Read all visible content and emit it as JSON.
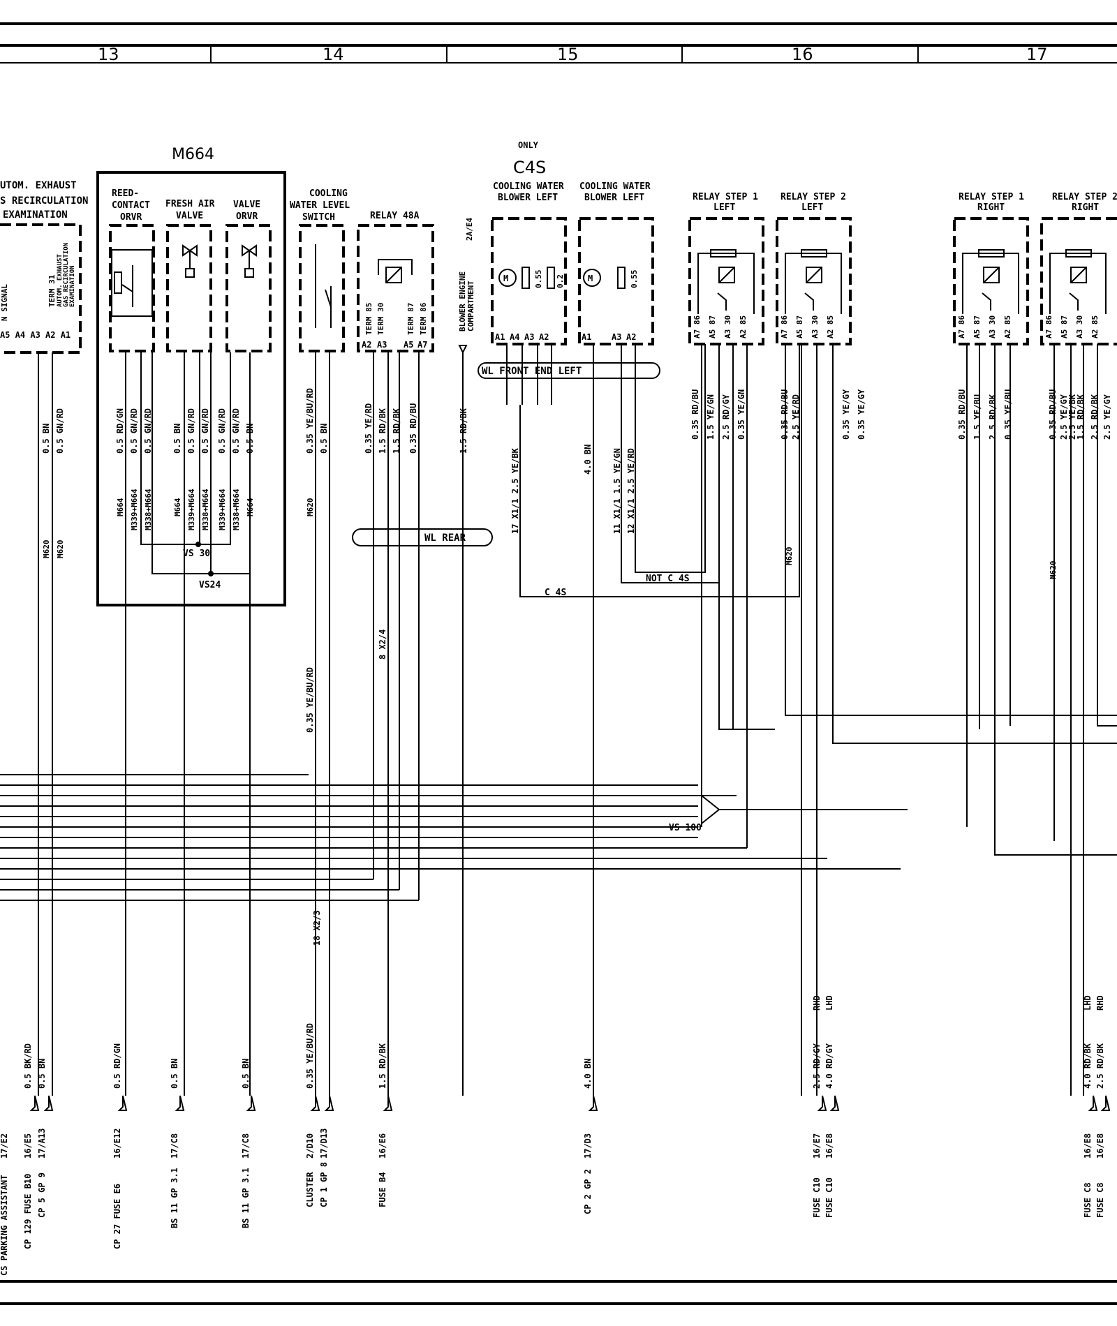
{
  "frame": {
    "columns": [
      "13",
      "14",
      "15",
      "16",
      "17"
    ]
  },
  "components": {
    "autom_exhaust": {
      "label": [
        "UTOM. EXHAUST",
        "S RECIRCULATION",
        "EXAMINATION"
      ],
      "term": [
        "TERM 31",
        "AUTOM. EXHAUST",
        "GAS RECIRCULATION",
        "EXAMINATION"
      ],
      "pins": "A5 A4 A3 A2 A1",
      "side": "N SIGNAL"
    },
    "m664": {
      "label": "M664",
      "reed": [
        "REED-",
        "CONTACT",
        "ORVR"
      ],
      "fresh": [
        "FRESH AIR",
        "VALVE"
      ],
      "valve": [
        "VALVE",
        "ORVR"
      ],
      "vs30": "VS 30",
      "vs24": "VS24"
    },
    "cooling_switch": {
      "label": [
        "COOLING",
        "WATER LEVEL",
        "SWITCH"
      ]
    },
    "relay48a": {
      "label": "RELAY 48A",
      "terms": [
        "TERM 85",
        "TERM 30",
        "TERM 87",
        "TERM 86"
      ],
      "pins": [
        "A2",
        "A3",
        "A5",
        "A7"
      ]
    },
    "blower_compartment": {
      "label": [
        "BLOWER ENGINE",
        "COMPARTMENT"
      ],
      "ref": "2A/E4"
    },
    "only_c4s": {
      "only": "ONLY",
      "c4s": "C4S"
    },
    "blower_left_1": {
      "label": [
        "COOLING WATER",
        "BLOWER LEFT"
      ],
      "pins": [
        "A1",
        "A4",
        "A3",
        "A2"
      ],
      "r1": "0.55",
      "r2": "0.2"
    },
    "blower_left_2": {
      "label": [
        "COOLING WATER",
        "BLOWER LEFT"
      ],
      "pins": [
        "A1",
        "A3",
        "A2"
      ],
      "r1": "0.55"
    },
    "relay_step1_left": {
      "label": [
        "RELAY STEP 1",
        "LEFT"
      ],
      "pins": [
        "A7 86",
        "A5 87",
        "A3 30",
        "A2 85"
      ]
    },
    "relay_step2_left": {
      "label": [
        "RELAY STEP 2",
        "LEFT"
      ],
      "pins": [
        "A7 86",
        "A5 87",
        "A3 30",
        "A2 85"
      ]
    },
    "relay_step1_right": {
      "label": [
        "RELAY STEP 1",
        "RIGHT"
      ],
      "pins": [
        "A7 86",
        "A5 87",
        "A3 30",
        "A2 85"
      ]
    },
    "relay_step2_right": {
      "label": [
        "RELAY STEP 2",
        "RIGHT"
      ],
      "pins": [
        "A7 86",
        "A5 87",
        "A3 30",
        "A2 85"
      ]
    }
  },
  "harness": {
    "wl_front": "WL FRONT END LEFT",
    "wl_rear": "WL REAR",
    "c4s": "C 4S",
    "not_c4s": "NOT  C 4S",
    "vs100": "VS 100"
  },
  "upper_wires": [
    "0.5 BN",
    "0.5 GN/RD",
    "0.5 RD/GN",
    "0.5 GN/RD",
    "0.5 GN/RD",
    "0.5 BN",
    "0.5 GN/RD",
    "0.5 GN/RD",
    "0.5 GN/RD",
    "0.5 GN/RD",
    "0.5 BN",
    "0.35 YE/BU/RD",
    "0.5 BN",
    "0.35 YE/RD",
    "1.5 RD/BK",
    "1.5 RD/BK",
    "0.35 RD/BU",
    "1.5 RD/BK",
    "17 X1/1 2.5 YE/BK",
    "4.0 BN",
    "11 X1/1  1.5 YE/GN",
    "12 X1/1  2.5 YE/RD",
    "0.35 RD/BU",
    "1.5 YE/GN",
    "2.5 RD/GY",
    "0.35 YE/GN",
    "0.35 RD/BU",
    "2.5 YE/RD",
    "0.35 YE/GY",
    "0.35 YE/GY",
    "0.35 RD/BU",
    "1.5 YE/BU",
    "2.5 RD/BK",
    "0.35 YE/BU",
    "0.35 RD/BU",
    "2.5 YE/GY",
    "2.5 YE/BK",
    "1.5 RD/BK",
    "2.5 RD/BK",
    "2.5 YE/GY"
  ],
  "part_tags": [
    "M620",
    "M620",
    "M664",
    "M339+M664",
    "M338+M664",
    "M664",
    "M339+M664",
    "M338+M664",
    "M339+M664",
    "M338+M664",
    "M664",
    "M620",
    "M620",
    "M620"
  ],
  "connectors": {
    "x24": "8  X2/4",
    "x23": "18  X2/3",
    "lower_mid": "0.35 YE/BU/RD"
  },
  "bottom": [
    {
      "wire": "0.5 BK/RD",
      "ref": "16/E5",
      "dest": "CP 129 FUSE B10"
    },
    {
      "wire": "0.5 BN",
      "ref": "17/A13",
      "dest": "CP 5 GP 9"
    },
    {
      "wire": "0.5 RD/GN",
      "ref": "16/E12",
      "dest": "CP 27 FUSE E6"
    },
    {
      "wire": "0.5 BN",
      "ref": "17/C8",
      "dest": "BS 11 GP 3.1"
    },
    {
      "wire": "0.5 BN",
      "ref": "17/C8",
      "dest": "BS 11 GP 3.1"
    },
    {
      "wire": "0.35 YE/BU/RD",
      "ref": "2/D10",
      "dest": "CLUSTER"
    },
    {
      "wire": "",
      "ref": "17/D13",
      "dest": "CP 1 GP 8"
    },
    {
      "wire": "1.5 RD/BK",
      "ref": "16/E6",
      "dest": "FUSE B4"
    },
    {
      "wire": "4.0 BN",
      "ref": "17/D3",
      "dest": "CP 2 GP 2"
    },
    {
      "wire": "2.5 RD/GY",
      "ref": "16/E7",
      "dest": "FUSE C10",
      "tag": "RHD"
    },
    {
      "wire": "4.0 RD/GY",
      "ref": "16/E8",
      "dest": "FUSE C10",
      "tag": "LHD"
    },
    {
      "wire": "4.0 RD/BK",
      "ref": "16/E8",
      "dest": "FUSE C8",
      "tag": "LHD"
    },
    {
      "wire": "2.5 RD/BK",
      "ref": "16/E8",
      "dest": "FUSE C8",
      "tag": "RHD"
    }
  ],
  "left_cut": {
    "ref": "17/E2",
    "dest": "CS PARKING ASSISTANT"
  }
}
